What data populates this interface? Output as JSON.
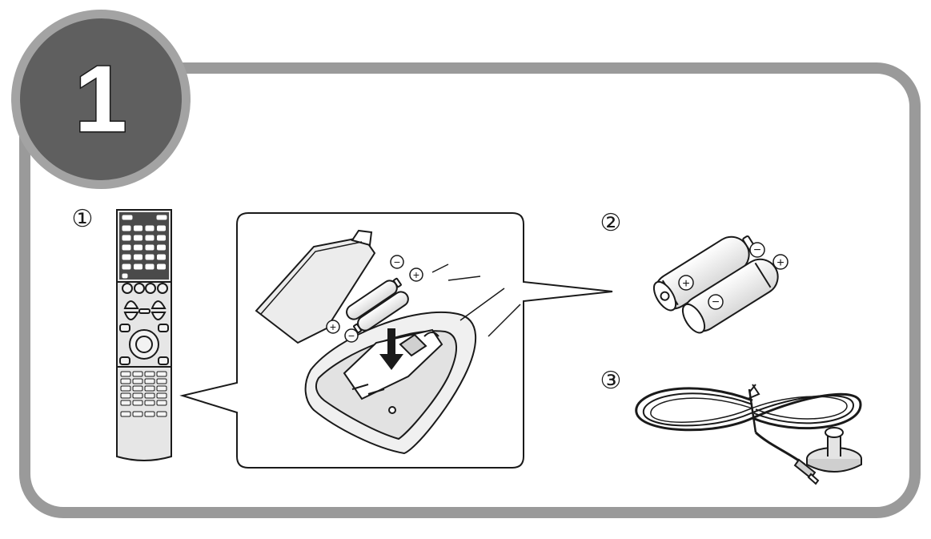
{
  "step": {
    "number": "1"
  },
  "items": [
    {
      "marker": "①",
      "name": "remote-control"
    },
    {
      "marker": "②",
      "name": "batteries"
    },
    {
      "marker": "③",
      "name": "fm-antenna"
    }
  ],
  "polarity": {
    "plus": "+",
    "minus": "−"
  },
  "colors": {
    "frame": "#9a9a9a",
    "badge": "#5f5f5f",
    "badge_ring": "#a3a3a3",
    "ink": "#1a1a1a"
  }
}
